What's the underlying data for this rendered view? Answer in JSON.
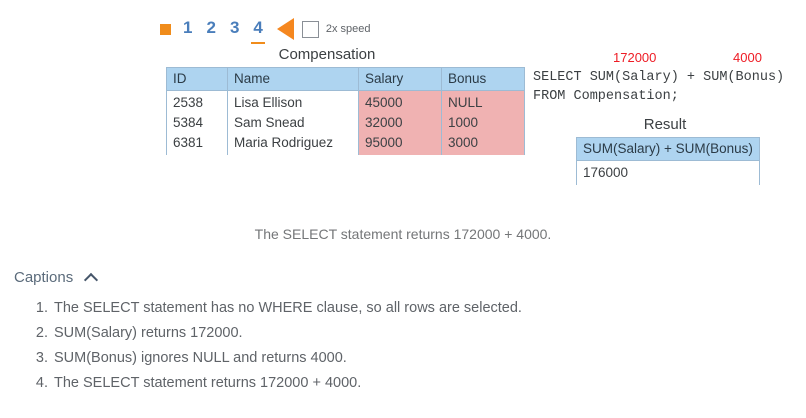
{
  "controls": {
    "stop_icon": "stop-square-icon",
    "steps": [
      {
        "label": "1",
        "active": false
      },
      {
        "label": "2",
        "active": false
      },
      {
        "label": "3",
        "active": false
      },
      {
        "label": "4",
        "active": true
      }
    ],
    "play_icon": "play-arrow-icon",
    "speed_checkbox_checked": false,
    "speed_label": "2x speed",
    "accent_color": "#f08c1b",
    "step_color": "#4a7ebb"
  },
  "compensation_table": {
    "title": "Compensation",
    "headers": [
      "ID",
      "Name",
      "Salary",
      "Bonus"
    ],
    "highlighted_columns": [
      "Salary",
      "Bonus"
    ],
    "rows": [
      {
        "id": "2538",
        "name": "Lisa Ellison",
        "salary": "45000",
        "bonus": "NULL"
      },
      {
        "id": "5384",
        "name": "Sam Snead",
        "salary": "32000",
        "bonus": "1000"
      },
      {
        "id": "6381",
        "name": "Maria Rodriguez",
        "salary": "95000",
        "bonus": "3000"
      }
    ],
    "header_color": "#aed4f0",
    "highlight_color": "#f0b2b2"
  },
  "query": {
    "annotation_salary": "172000",
    "annotation_bonus": "4000",
    "annotation_color": "#ee1c25",
    "line1": "SELECT SUM(Salary) + SUM(Bonus)",
    "line2": "FROM Compensation;"
  },
  "result_table": {
    "title": "Result",
    "header": "SUM(Salary) + SUM(Bonus)",
    "value": "176000"
  },
  "narration": "The SELECT statement returns 172000 + 4000.",
  "captions": {
    "title": "Captions",
    "collapse_icon": "chevron-up-icon",
    "items": [
      "The SELECT statement has no WHERE clause, so all rows are selected.",
      "SUM(Salary) returns 172000.",
      "SUM(Bonus) ignores NULL and returns 4000.",
      "The SELECT statement returns 172000 + 4000."
    ]
  }
}
